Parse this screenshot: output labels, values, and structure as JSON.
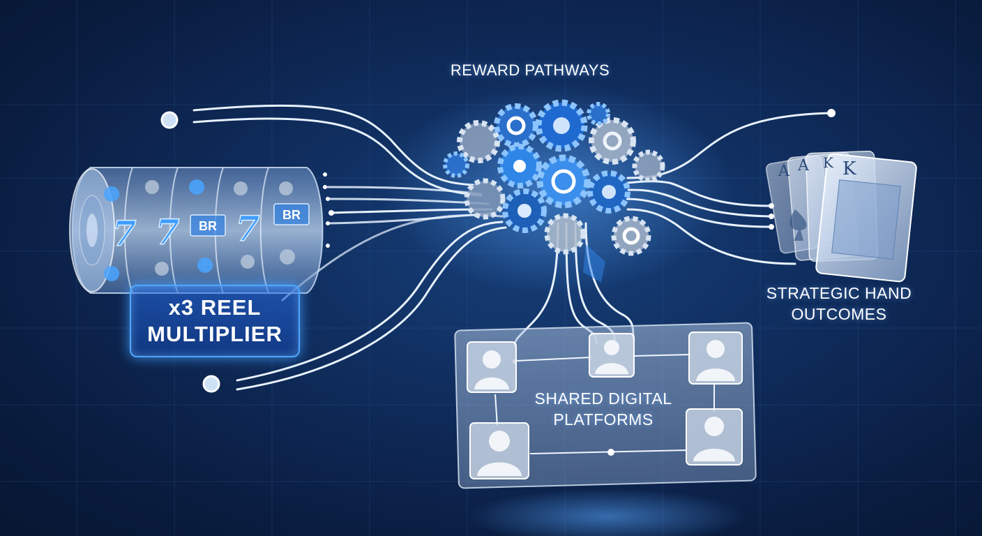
{
  "labels": {
    "reward_pathways": "REWARD PATHWAYS",
    "strategic_line1": "STRATEGIC HAND",
    "strategic_line2": "OUTCOMES",
    "shared_line1": "SHARED DIGITAL",
    "shared_line2": "PLATFORMS",
    "multiplier_line1": "x3 REEL",
    "multiplier_line2": "MULTIPLIER"
  },
  "slot_machine": {
    "middle_row": [
      "7",
      "7",
      "BR",
      "7",
      "BR"
    ]
  },
  "cards": [
    "A",
    "A",
    "K",
    "K"
  ],
  "colors": {
    "background": "#0d2550",
    "accent_blue": "#3d8cff",
    "line_white": "#e8f2ff",
    "glow": "#4ea8ff"
  },
  "icons": [
    "slot-machine-icon",
    "gear-cluster-icon",
    "playing-cards-icon",
    "user-avatar-icon"
  ]
}
